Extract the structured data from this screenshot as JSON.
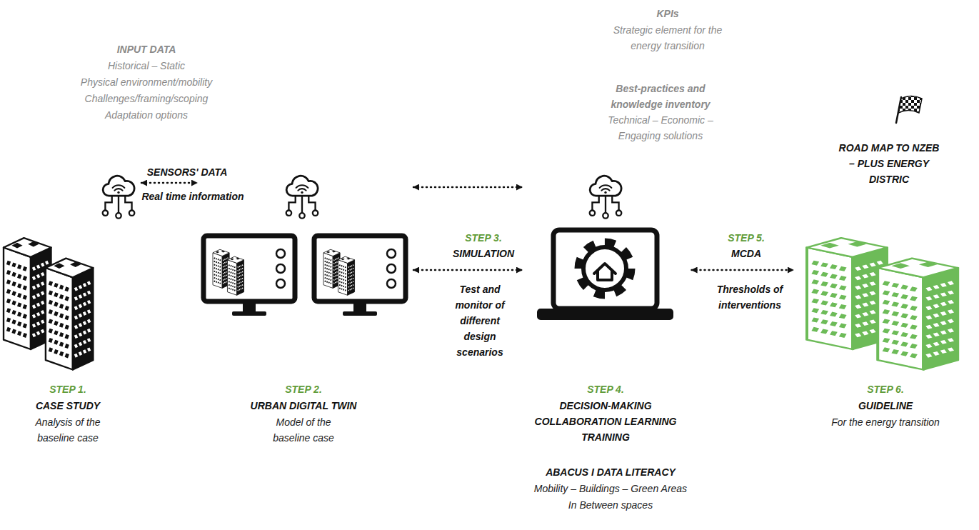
{
  "diagram": {
    "nodes": [
      {
        "text": [
          "STEP 1.",
          "CASE STUDY",
          "Analysis of the baseline case"
        ]
      },
      {
        "text": [
          "STEP 2.",
          "URBAN DIGITAL TWIN",
          "Model of the baseline case"
        ]
      },
      {
        "text": [
          "STEP 4.",
          "DECISION-MAKING COLLABORATION LEARNING TRAINING"
        ]
      },
      {
        "text": [
          "ROAD MAP TO NZEB – PLUS ENERGY DISTRIC",
          "STEP 6.",
          "GUIDELINE",
          "For the energy transition"
        ]
      }
    ],
    "edges": [
      {
        "from": 0,
        "to": 1,
        "label": "SENSORS' DATA",
        "arrow": "both"
      },
      {
        "from": 1,
        "to": 2,
        "arrow": "both"
      },
      {
        "from": 1,
        "to": 2,
        "label": "STEP 3.",
        "arrow": "both"
      },
      {
        "from": 2,
        "to": 3,
        "label": "STEP 5.",
        "arrow": "both"
      }
    ],
    "labels": [
      "INPUT DATA",
      "Historical – Static",
      "Physical environment/mobility",
      "Challenges/framing/scoping",
      "Adaptation options",
      "KPIs",
      "Strategic element for the energy transition",
      "Best-practices and knowledge inventory",
      "Technical – Economic – Engaging solutions",
      "Real time information",
      "SIMULATION",
      "Test and monitor of different design scenarios",
      "MCDA",
      "Thresholds of interventions",
      "ABACUS I DATA LITERACY",
      "Mobility – Buildings – Green Areas",
      "In Between spaces"
    ]
  }
}
